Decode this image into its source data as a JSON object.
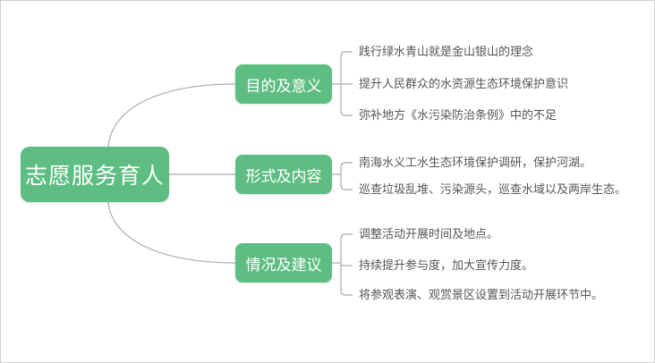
{
  "root": {
    "label": "志愿服务育人"
  },
  "branches": [
    {
      "label": "目的及意义",
      "leaves": [
        "践行绿水青山就是金山银山的理念",
        "提升人民群众的水资源生态环境保护意识",
        "弥补地方《水污染防治条例》中的不足"
      ]
    },
    {
      "label": "形式及内容",
      "leaves": [
        "南海水义工水生态环境保护调研，保护河湖。",
        "巡查垃圾乱堆、污染源头，巡查水域以及两岸生态。"
      ]
    },
    {
      "label": "情况及建议",
      "leaves": [
        "调整活动开展时间及地点。",
        "持续提升参与度，加大宣传力度。",
        "将参观表演、观赏景区设置到活动开展环节中。"
      ]
    }
  ],
  "colors": {
    "topic_fill": "#5ebd82",
    "topic_text": "#ffffff",
    "connector": "#ababab",
    "leaf_text": "#555555",
    "background": "#ffffff"
  }
}
